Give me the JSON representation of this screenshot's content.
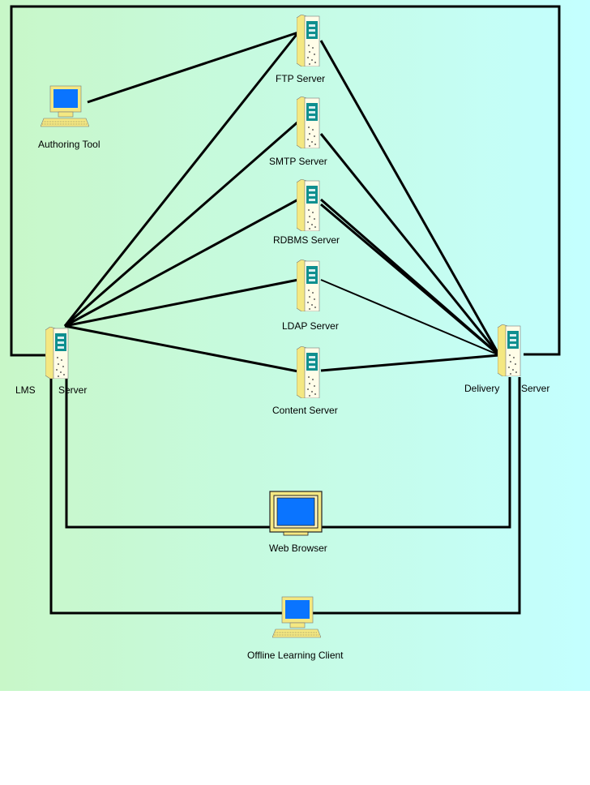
{
  "diagram": {
    "background": {
      "from": "#c8f7c8",
      "to": "#c4ffff"
    },
    "line_color": "#000000",
    "nodes": {
      "ftp": {
        "label": "FTP Server",
        "icon": "server-tower-icon"
      },
      "smtp": {
        "label": "SMTP Server",
        "icon": "server-tower-icon"
      },
      "rdbms": {
        "label": "RDBMS Server",
        "icon": "server-tower-icon"
      },
      "ldap": {
        "label": "LDAP Server",
        "icon": "server-tower-icon"
      },
      "content": {
        "label": "Content Server",
        "icon": "server-tower-icon"
      },
      "authoring": {
        "label": "Authoring Tool",
        "icon": "desktop-computer-icon"
      },
      "lms": {
        "label_left": "LMS",
        "label_right": "Server",
        "icon": "server-tower-icon"
      },
      "delivery": {
        "label_left": "Delivery",
        "label_right": "Server",
        "icon": "server-tower-icon"
      },
      "web_browser": {
        "label": "Web Browser",
        "icon": "monitor-icon"
      },
      "offline": {
        "label": "Offline Learning Client",
        "icon": "desktop-computer-icon"
      }
    },
    "connections": [
      [
        "authoring",
        "ftp"
      ],
      [
        "lms",
        "ftp"
      ],
      [
        "lms",
        "smtp"
      ],
      [
        "lms",
        "rdbms"
      ],
      [
        "lms",
        "ldap"
      ],
      [
        "lms",
        "content"
      ],
      [
        "delivery",
        "ftp"
      ],
      [
        "delivery",
        "smtp"
      ],
      [
        "delivery",
        "rdbms"
      ],
      [
        "delivery",
        "ldap"
      ],
      [
        "delivery",
        "content"
      ],
      [
        "lms",
        "delivery"
      ],
      [
        "lms",
        "web_browser"
      ],
      [
        "delivery",
        "web_browser"
      ],
      [
        "lms",
        "offline"
      ],
      [
        "delivery",
        "offline"
      ]
    ]
  }
}
